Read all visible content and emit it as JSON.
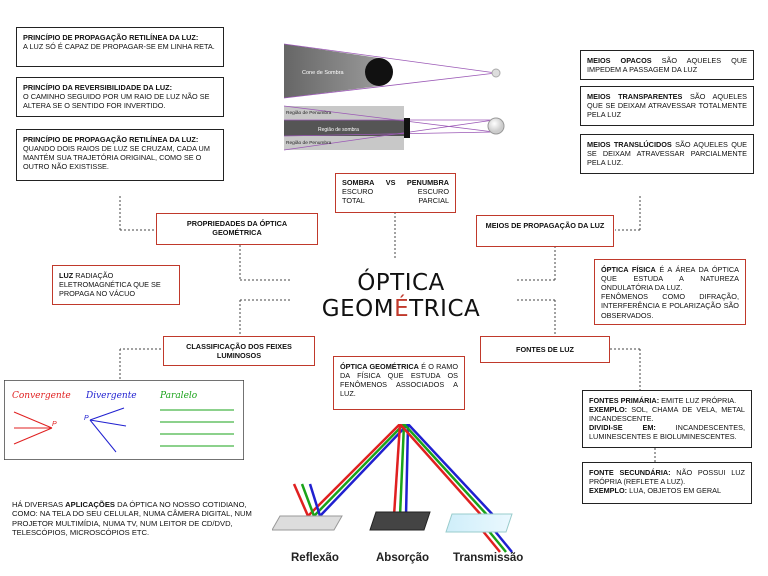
{
  "title": {
    "pre": "Ó",
    "mid1": "PTICA GEOM",
    "accent": "É",
    "post": "TRICA"
  },
  "left_boxes": {
    "retilinea1": {
      "header": "PRINCÍPIO DE PROPAGAÇÃO RETILÍNEA DA LUZ:",
      "body": "A LUZ SÓ É CAPAZ DE PROPAGAR-SE EM LINHA RETA."
    },
    "reversibilidade": {
      "header": "PRINCÍPIO DA REVERSIBILIDADE DA LUZ:",
      "body": "O CAMINHO SEGUIDO POR UM RAIO DE LUZ NÃO SE ALTERA SE O SENTIDO FOR INVERTIDO."
    },
    "retilinea2": {
      "header": "PRINCÍPIO DE PROPAGAÇÃO RETILÍNEA DA LUZ:",
      "body": "QUANDO DOIS RAIOS DE LUZ SE CRUZAM, CADA UM MANTÉM SUA TRAJETÓRIA ORIGINAL, COMO SE O OUTRO NÃO EXISTISSE."
    }
  },
  "shadow_images": {
    "cone": "Cone de Sombra",
    "penumbra_top": "Região de Penumbra",
    "sombra": "Região de sombra",
    "penumbra_bottom": "Região de Penumbra"
  },
  "sombra_box": {
    "sombra": "SOMBRA",
    "vs": "VS",
    "penumbra": "PENUMBRA",
    "escuro1": "ESCURO",
    "escuro2": "ESCURO",
    "total": "TOTAL",
    "parcial": "PARCIAL"
  },
  "meios": {
    "opacos": {
      "term": "MEIOS OPACOS",
      "rest": " SÃO AQUELES QUE IMPEDEM A PASSAGEM DA LUZ"
    },
    "transparentes": {
      "term": "MEIOS TRANSPARENTES",
      "rest": " SÃO AQUELES QUE SE DEIXAM ATRAVESSAR TOTALMENTE PELA LUZ"
    },
    "translucidos": {
      "term": "MEIOS TRANSLÚCIDOS",
      "rest": " SÃO AQUELES QUE SE DEIXAM ATRAVESSAR PARCIALMENTE PELA LUZ."
    }
  },
  "propriedades": "PROPRIEDADES DA ÓPTICA GEOMÉTRICA",
  "meios_propagacao": "MEIOS DE PROPAGAÇÃO DA LUZ",
  "luz_box": {
    "term": "LUZ",
    "rest": " RADIAÇÃO ELETROMAGNÉTICA QUE SE PROPAGA NO VÁCUO"
  },
  "optica_fisica": {
    "term": "ÓPTICA FÍSICA",
    "rest": " É A ÁREA DA ÓPTICA QUE ESTUDA A NATUREZA ONDULATÓRIA DA LUZ.",
    "line2": "FENÔMENOS COMO DIFRAÇÃO, INTERFERÊNCIA E POLARIZAÇÃO SÃO OBSERVADOS."
  },
  "classificacao": "CLASSIFICAÇÃO DOS FEIXES LUMINOSOS",
  "fontes_luz": "FONTES DE LUZ",
  "optica_geometrica_def": {
    "term": "ÓPTICA GEOMÉTRICA",
    "rest": " É O RAMO DA FÍSICA QUE ESTUDA OS FENÔMENOS ASSOCIADOS A LUZ."
  },
  "feixes": {
    "convergente": "Convergente",
    "divergente": "Divergente",
    "paralelo": "Paralelo",
    "p1": "P",
    "p2": "P"
  },
  "fonte_primaria": {
    "term": "FONTES PRIMÁRIA:",
    "rest": " EMITE LUZ PRÓPRIA.",
    "ex_label": "EXEMPLO:",
    "ex": " SOL, CHAMA DE VELA, METAL INCANDESCENTE.",
    "div_label": "DIVIDI-SE EM:",
    "div": " INCANDESCENTES, LUMINESCENTES E BIOLUMINESCENTES."
  },
  "fonte_secundaria": {
    "term": "FONTE SECUNDÁRIA:",
    "rest": " NÃO POSSUI LUZ PRÓPRIA (REFLETE A LUZ).",
    "ex_label": "EXEMPLO:",
    "ex": " LUA, OBJETOS EM GERAL"
  },
  "aplicacoes": {
    "pre": "HÁ DIVERSAS ",
    "term": "APLICAÇÕES",
    "rest": " DA ÓPTICA NO NOSSO COTIDIANO, COMO: NA TELA DO SEU CELULAR, NUMA CÂMERA DIGITAL, NUM PROJETOR MULTIMÍDIA, NUMA TV, NUM LEITOR DE CD/DVD, TELESCÓPIOS, MICROSCÓPIOS ETC."
  },
  "captions": {
    "reflexao": "Reflexão",
    "absorcao": "Absorção",
    "transmissao": "Transmissão"
  },
  "colors": {
    "accent_red": "#c0392b",
    "ray_red": "#e02020",
    "ray_green": "#1aa31a",
    "ray_blue": "#2020d0"
  }
}
